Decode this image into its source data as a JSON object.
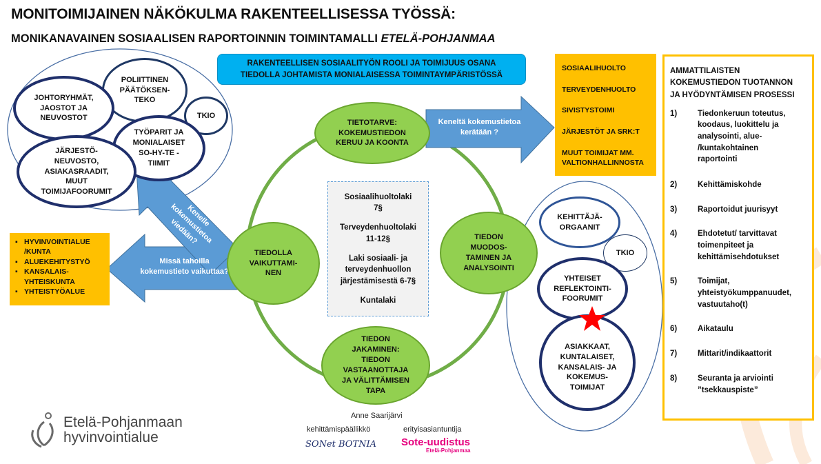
{
  "title": {
    "line1": "MONITOIMIJAINEN NÄKÖKULMA RAKENTEELLISESSA TYÖSSÄ:",
    "line2_main": "MONIKANAVAINEN SOSIAALISEN RAPORTOINNIN TOIMINTAMALLI ",
    "line2_italic": "ETELÄ-POHJANMAA"
  },
  "banner": {
    "line1": "RAKENTEELLISEN SOSIAALITYÖN ROOLI JA TOIMIJUUS OSANA",
    "line2": "TIEDOLLA JOHTAMISTA MONIALAISESSA TOIMINTAYMPÄRISTÖSSÄ"
  },
  "left_cluster": {
    "poliittinen": [
      "POLIITTINEN",
      "PÄÄTÖKSEN-",
      "TEKO"
    ],
    "johtoryhmat": [
      "JOHTORYHMÄT,",
      "JAOSTOT JA",
      "NEUVOSTOT"
    ],
    "tkio": "TKIO",
    "tyoparit": [
      "TYÖPARIT JA",
      "MONIALAISET",
      "SO-HY-TE -",
      "TIIMIT"
    ],
    "jarjesto": [
      "JÄRJESTÖ-",
      "NEUVOSTO,",
      "ASIAKASRAADIT,",
      "MUUT",
      "TOIMIJAFOORUMIT"
    ]
  },
  "cycle": {
    "tietotarve": [
      "TIETOTARVE:",
      "KOKEMUSTIEDON",
      "KERUU JA KOONTA"
    ],
    "muodostaminen": [
      "TIEDON",
      "MUODOS-",
      "TAMINEN JA",
      "ANALYSOINTI"
    ],
    "jakaminen": [
      "TIEDON",
      "JAKAMINEN:",
      "TIEDON",
      "VASTAANOTTAJA",
      "JA VÄLITTÄMISEN",
      "TAPA"
    ],
    "vaikuttaminen": [
      "TIEDOLLA",
      "VAIKUTTAMI-",
      "NEN"
    ]
  },
  "center_box": [
    [
      "Sosiaalihuoltolaki",
      "7§"
    ],
    [
      "Terveydenhuoltolaki",
      "11-12§"
    ],
    [
      "Laki sosiaali- ja",
      "terveydenhuollon",
      "järjestämisestä 6-7§"
    ],
    [
      "Kuntalaki"
    ]
  ],
  "arrows": {
    "keneltä": [
      "Keneltä kokemustietoa",
      "kerätään ?"
    ],
    "kenelle": [
      "Kenelle",
      "kokemustietoa",
      "viedään?"
    ],
    "missa": [
      "Missä tahoilla",
      "kokemustieto vaikuttaa?"
    ]
  },
  "top_right_box": [
    "SOSIAALIHUOLTO",
    "TERVEYDENHUOLTO",
    "SIVISTYSTOIMI",
    "JÄRJESTÖT JA SRK:T",
    [
      "MUUT TOIMIJAT MM.",
      "VALTIONHALLINNOSTA"
    ]
  ],
  "left_box": [
    [
      "HYVINVOINTIALUE",
      "/KUNTA"
    ],
    [
      "ALUEKEHITYSTYÖ"
    ],
    [
      "KANSALAIS-",
      "YHTEISKUNTA"
    ],
    [
      "YHTEISTYÖALUE"
    ]
  ],
  "right_cluster": {
    "kehittaja": [
      "KEHITTÄJÄ-",
      "ORGAANIT"
    ],
    "tkio": "TKIO",
    "yhteiset": [
      "YHTEISET",
      "REFLEKTOINTI-",
      "FOORUMIT"
    ],
    "asiakkaat": [
      "ASIAKKAAT,",
      "KUNTALAISET,",
      "KANSALAIS- JA",
      "KOKEMUS-",
      "TOIMIJAT"
    ]
  },
  "process_panel": {
    "title": [
      "AMMATTILAISTEN",
      "KOKEMUSTIEDON TUOTANNON",
      "JA HYÖDYNTÄMISEN PROSESSI"
    ],
    "items": [
      {
        "num": "1)",
        "text": [
          "Tiedonkeruun toteutus,",
          "koodaus,  luokittelu ja",
          "analysointi, alue-",
          "/kuntakohtainen",
          "raportointi"
        ]
      },
      {
        "num": "2)",
        "text": [
          "Kehittämiskohde"
        ]
      },
      {
        "num": "3)",
        "text": [
          "Raportoidut juurisyyt"
        ]
      },
      {
        "num": "4)",
        "text": [
          "Ehdotetut/ tarvittavat",
          "toimenpiteet ja",
          "kehittämisehdotukset"
        ]
      },
      {
        "num": "5)",
        "text": [
          "Toimijat,",
          "yhteistyökumppanuudet,",
          "vastuutaho(t)"
        ]
      },
      {
        "num": "6)",
        "text": [
          "Aikataulu"
        ]
      },
      {
        "num": "7)",
        "text": [
          "Mittarit/indikaattorit"
        ]
      },
      {
        "num": "8)",
        "text": [
          "Seuranta ja arviointi",
          "”tsekkauspiste”"
        ]
      }
    ]
  },
  "footer": {
    "logo_line1": "Etelä-Pohjanmaan",
    "logo_line2": "hyvinvointialue",
    "person": "Anne Saarijärvi",
    "role1": "kehittämispäällikkö",
    "role2": "erityisasiantuntija",
    "sonet_logo": "SONet BOTNIA",
    "sote_logo": "Sote-uudistus",
    "sote_sub": "Etelä-Pohjanmaa"
  },
  "colors": {
    "green": "#92D050",
    "gold": "#FFC000",
    "banner": "#00B0F0",
    "arrow": "#5B9BD5",
    "navy": "#1F2F6B",
    "star": "#FF0000"
  }
}
